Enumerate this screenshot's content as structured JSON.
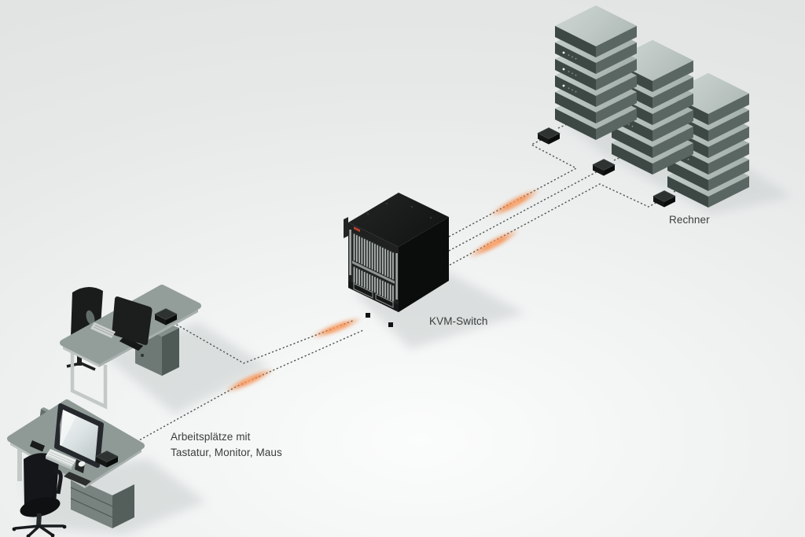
{
  "diagram": {
    "type": "kvm-network-topology-illustration",
    "labels": {
      "workstations_line1": "Arbeitsplätze mit",
      "workstations_line2": "Tastatur, Monitor, Maus",
      "kvm_switch": "KVM-Switch",
      "computers": "Rechner"
    },
    "nodes": [
      {
        "id": "workstation-1",
        "kind": "desk with monitor, keyboard, chair and extender box"
      },
      {
        "id": "workstation-2",
        "kind": "desk with monitor, keyboard, mouse, chair and extender box"
      },
      {
        "id": "kvm-switch",
        "kind": "modular KVM matrix switch chassis"
      },
      {
        "id": "server-stack-1",
        "kind": "stack of 6 rack computers"
      },
      {
        "id": "server-stack-2",
        "kind": "stack of 6 rack computers"
      },
      {
        "id": "server-stack-3",
        "kind": "stack of 6 rack computers"
      },
      {
        "id": "extender-box-a",
        "kind": "computer interface module"
      },
      {
        "id": "extender-box-b",
        "kind": "computer interface module"
      },
      {
        "id": "extender-box-c",
        "kind": "computer interface module"
      }
    ],
    "connections": [
      {
        "from": "workstation-1",
        "to": "kvm-switch",
        "style": "dashed",
        "signal_glow": true
      },
      {
        "from": "workstation-2",
        "to": "kvm-switch",
        "style": "dashed",
        "signal_glow": true
      },
      {
        "from": "kvm-switch",
        "to": "extender-box-a",
        "style": "dashed",
        "signal_glow": true
      },
      {
        "from": "kvm-switch",
        "to": "extender-box-b",
        "style": "dashed",
        "signal_glow": true
      },
      {
        "from": "kvm-switch",
        "to": "extender-box-c",
        "style": "dashed",
        "signal_glow": false
      },
      {
        "from": "extender-box-a",
        "to": "server-stack-1",
        "style": "dashed"
      },
      {
        "from": "extender-box-b",
        "to": "server-stack-2",
        "style": "dashed"
      },
      {
        "from": "extender-box-c",
        "to": "server-stack-3",
        "style": "dashed"
      }
    ]
  },
  "colors": {
    "accent": "#f08038",
    "line": "#4d5351",
    "text": "#3a3d3c",
    "desk": "#909b97",
    "server_top": "#bcc6c3",
    "server_front": "#3d4845",
    "server_side": "#5a6662",
    "chassis": "#1e2120"
  }
}
